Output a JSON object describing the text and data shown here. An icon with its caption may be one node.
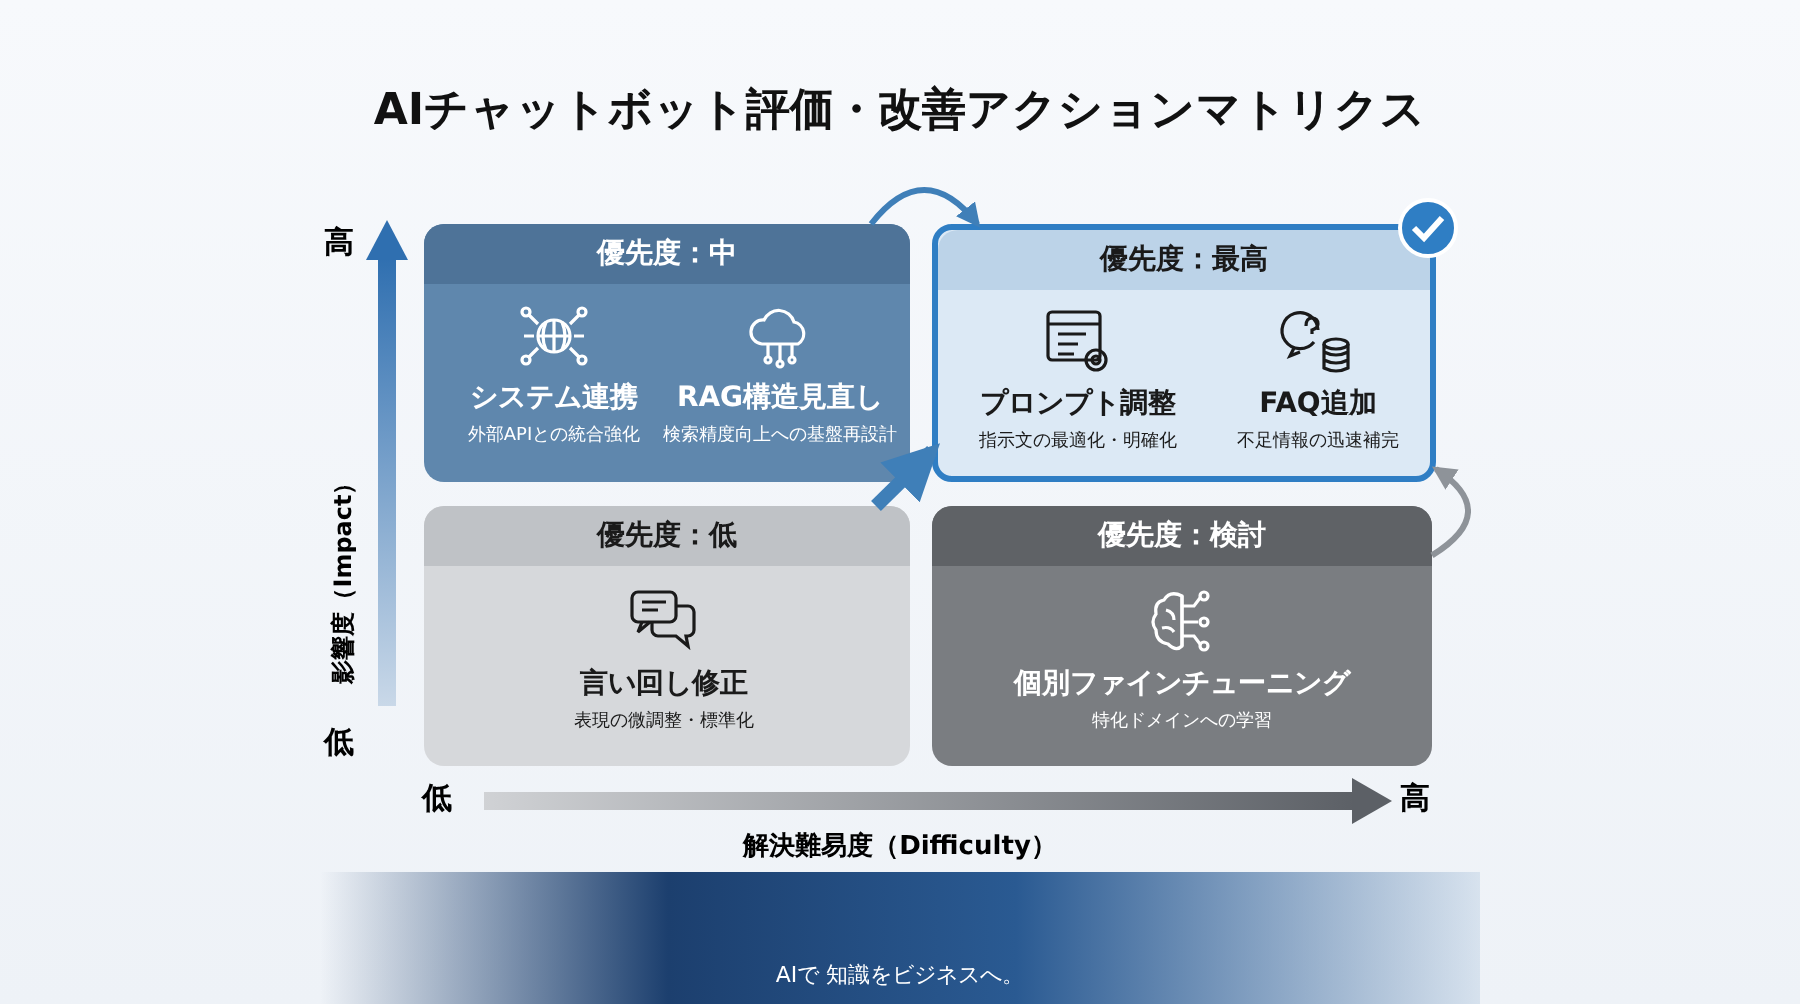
{
  "diagram": {
    "title": "AIチャットボット評価・改善アクションマトリクス",
    "nodes": [
      {
        "text": [
          "優先度：中"
        ]
      },
      {
        "text": [
          "システム連携",
          "外部APIとの統合強化"
        ],
        "in": 0
      },
      {
        "text": [
          "RAG構造見直し",
          "検索精度向上への基盤再設計"
        ],
        "in": 0
      },
      {
        "text": [
          "優先度：最高"
        ]
      },
      {
        "text": [
          "プロンプト調整",
          "指示文の最適化・明確化"
        ],
        "in": 3
      },
      {
        "text": [
          "FAQ追加",
          "不足情報の迅速補完"
        ],
        "in": 3
      },
      {
        "text": [
          "優先度：低"
        ]
      },
      {
        "text": [
          "言い回し修正",
          "表現の微調整・標準化"
        ],
        "in": 6
      },
      {
        "text": [
          "優先度：検討"
        ]
      },
      {
        "text": [
          "個別ファインチューニング",
          "特化ドメインへの学習"
        ],
        "in": 8
      }
    ],
    "edges": [
      {
        "from": 0,
        "to": 3,
        "arrow": "to"
      },
      {
        "from": 6,
        "to": 3,
        "arrow": "to",
        "style": "thick"
      },
      {
        "from": 8,
        "to": 3,
        "arrow": "to",
        "color": "#8e9399"
      }
    ],
    "labels": [
      "高",
      "影響度（Impact）",
      "低",
      "低",
      "高",
      "解決難易度（Difficulty）",
      "AIで 知識をビジネスへ。"
    ]
  }
}
